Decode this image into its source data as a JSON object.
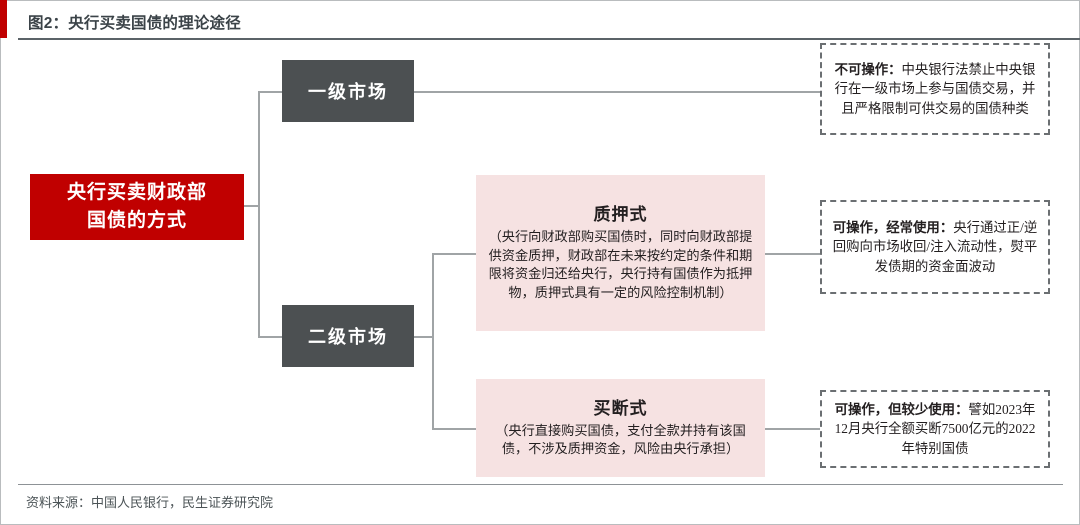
{
  "figure": {
    "title": "图2：央行买卖国债的理论途径",
    "source": "资料来源：中国人民银行，民生证券研究院",
    "accent_color": "#c00000",
    "node_gray_color": "#4c5052",
    "node_pink_color": "#f6e2e2",
    "dashed_border_color": "#6b6f72",
    "connector_color": "#a0a4a6"
  },
  "diagram": {
    "type": "tree",
    "root": {
      "label": "央行买卖财政部\n国债的方式",
      "line1": "央行买卖财政部",
      "line2": "国债的方式"
    },
    "branches": [
      {
        "market": "一级市场",
        "note_bold": "不可操作：",
        "note_text": "中央银行法禁止中央银行在一级市场上参与国债交易，并且严格限制可供交易的国债种类"
      },
      {
        "market": "二级市场",
        "methods": [
          {
            "name": "质押式",
            "description": "（央行向财政部购买国债时，同时向财政部提供资金质押，财政部在未来按约定的条件和期限将资金归还给央行，央行持有国债作为抵押物，质押式具有一定的风险控制机制）",
            "note_bold": "可操作，经常使用：",
            "note_text": "央行通过正/逆回购向市场收回/注入流动性，熨平发债期的资金面波动"
          },
          {
            "name": "买断式",
            "description": "（央行直接购买国债，支付全款并持有该国债，不涉及质押资金，风险由央行承担）",
            "note_bold": "可操作，但较少使用：",
            "note_text": "譬如2023年12月央行全额买断7500亿元的2022年特别国债"
          }
        ]
      }
    ]
  }
}
